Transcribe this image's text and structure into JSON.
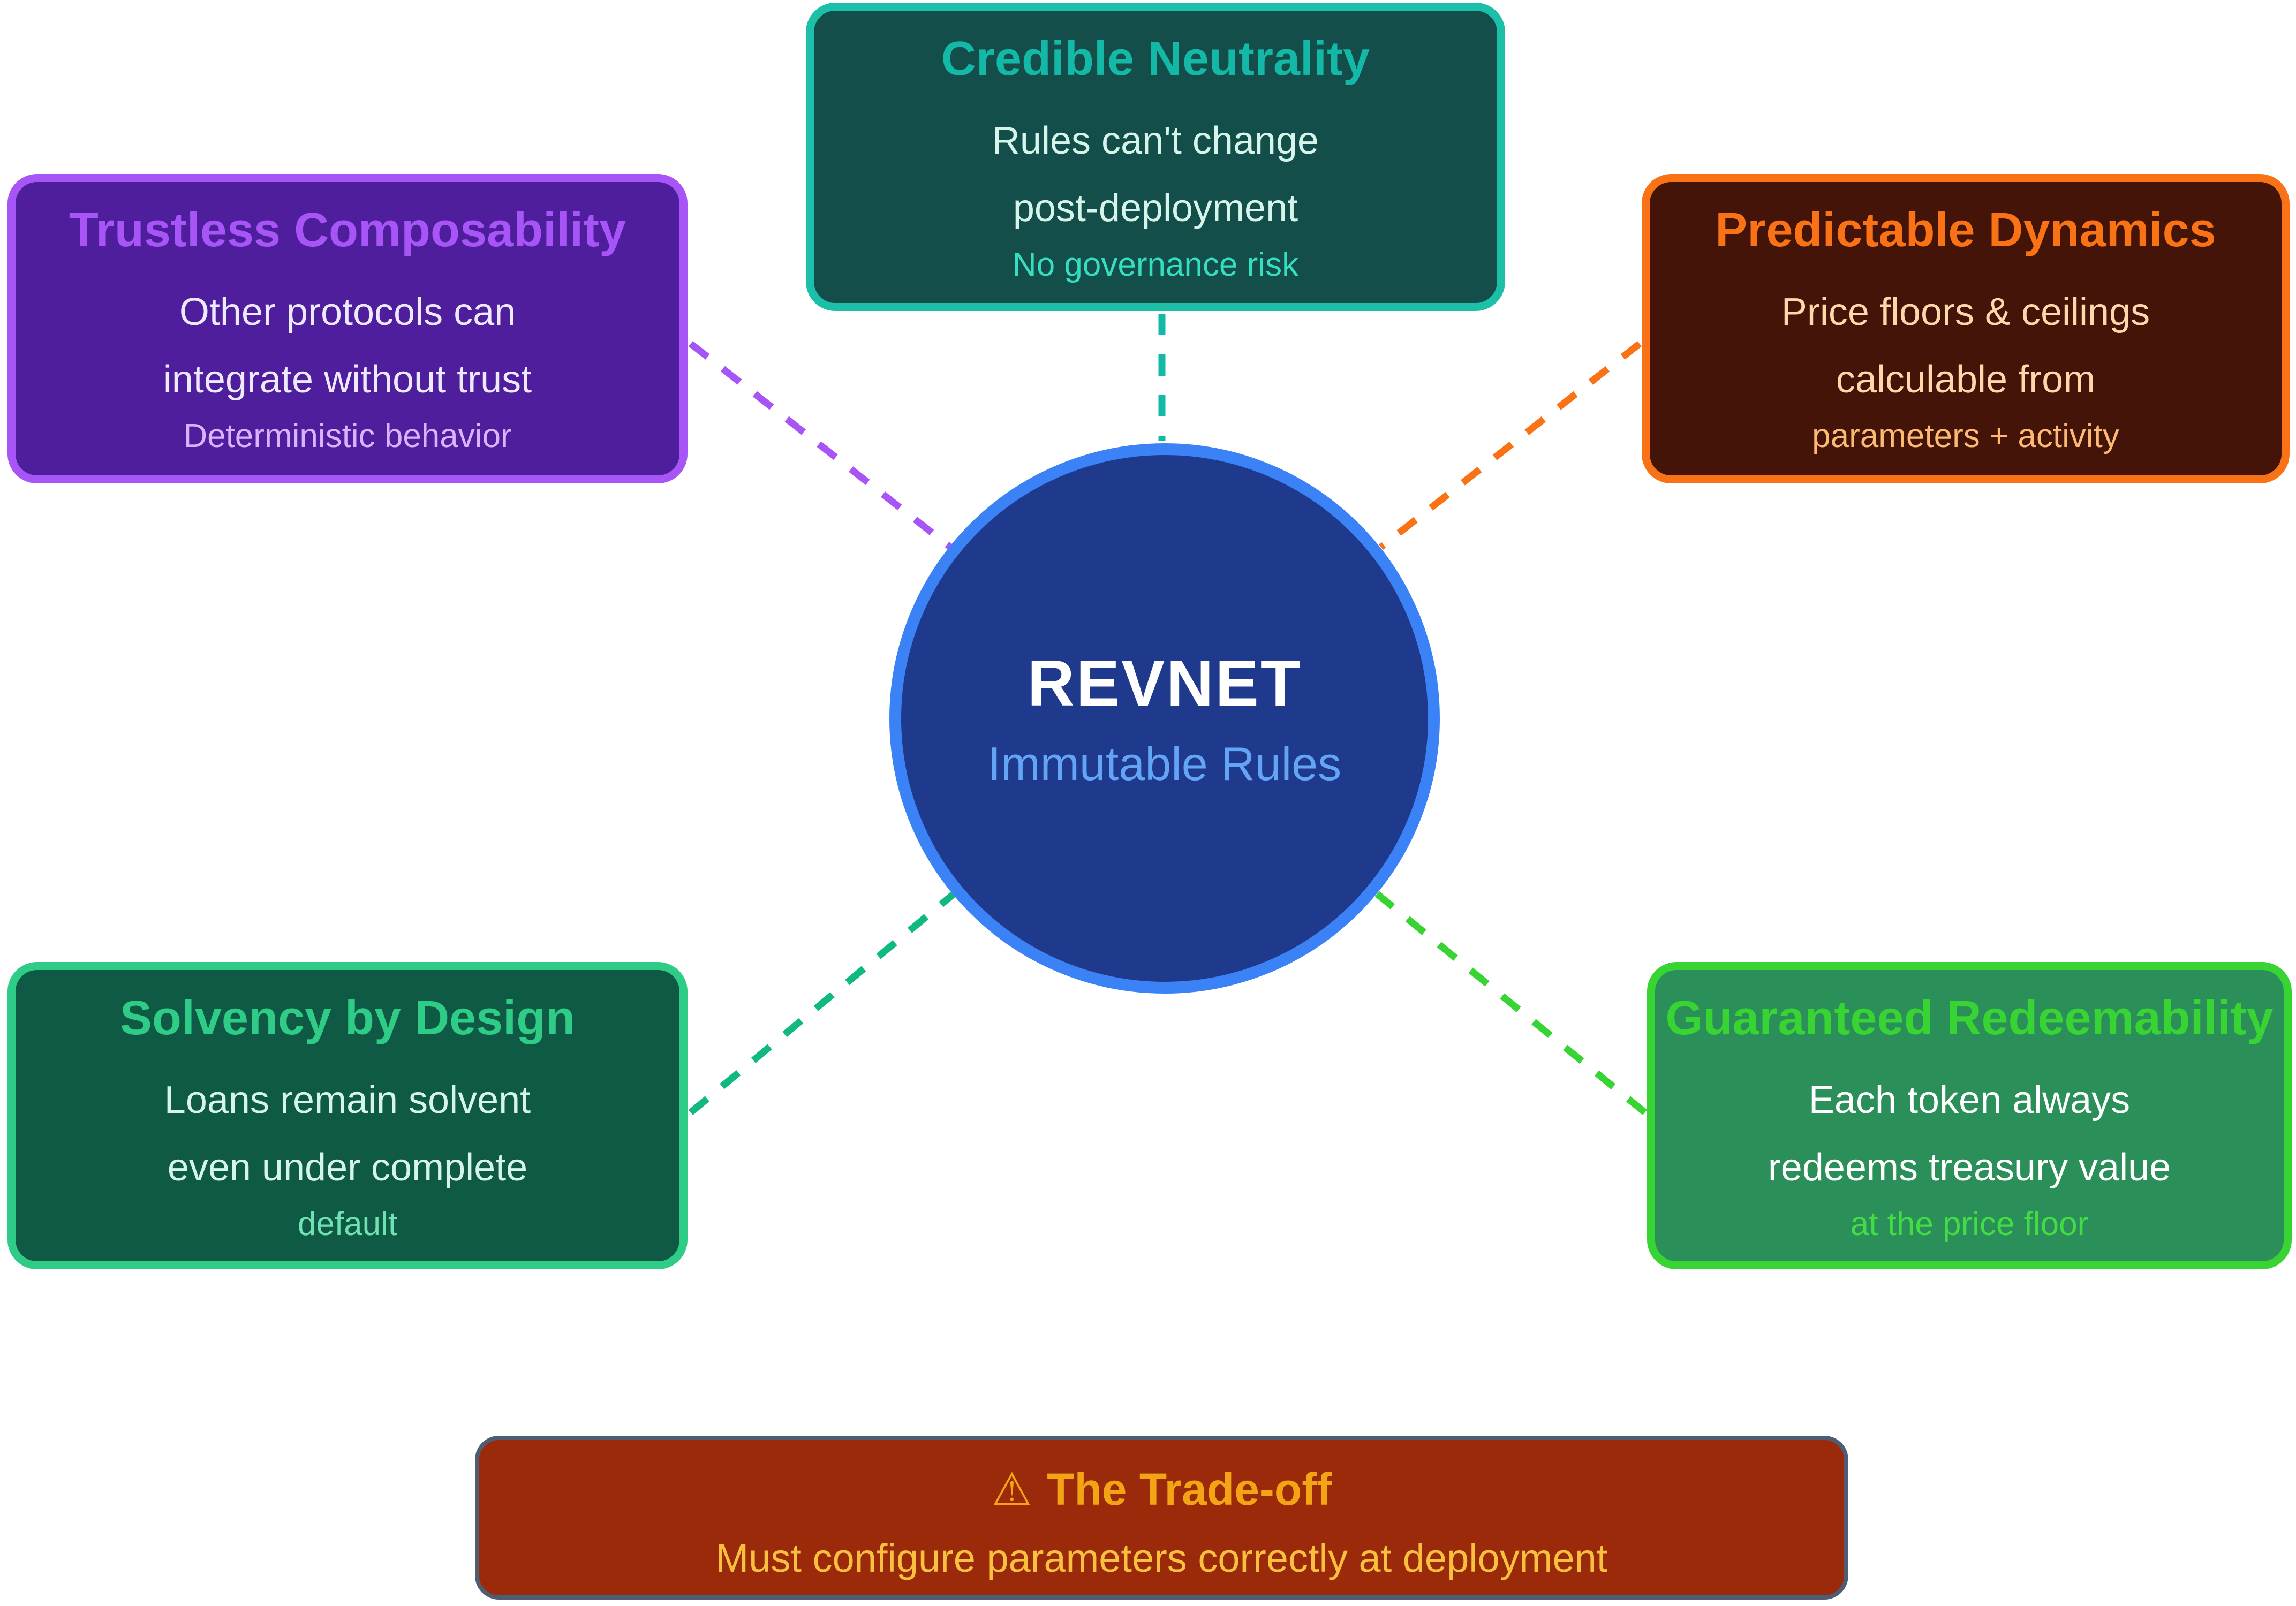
{
  "page": {
    "background": "#ffffff"
  },
  "center": {
    "title": "REVNET",
    "subtitle": "Immutable Rules",
    "colors": {
      "bg": "#1f3a8c",
      "border": "#3b82f6",
      "title": "#ffffff",
      "sub": "#63a4f7"
    }
  },
  "cards": {
    "credible_neutrality": {
      "title": "Credible Neutrality",
      "body": [
        "Rules can't change",
        "post-deployment"
      ],
      "note": "No governance risk",
      "colors": {
        "bg": "#134e4a",
        "border": "#1cbfa7",
        "title": "#14b8a6",
        "body": "#d6f5ea",
        "note": "#35dec0"
      }
    },
    "trustless_composability": {
      "title": "Trustless Composability",
      "body": [
        "Other protocols can",
        "integrate without trust"
      ],
      "note": "Deterministic behavior",
      "colors": {
        "bg": "#4e1e9c",
        "border": "#a855f7",
        "title": "#a855f7",
        "body": "#ede9fe",
        "note": "#d8b4fe"
      }
    },
    "predictable_dynamics": {
      "title": "Predictable Dynamics",
      "body": [
        "Price floors & ceilings",
        "calculable from"
      ],
      "note": "parameters + activity",
      "colors": {
        "bg": "#431407",
        "border": "#f97316",
        "title": "#f97316",
        "body": "#fed7aa",
        "note": "#fdba74"
      }
    },
    "solvency_by_design": {
      "title": "Solvency by Design",
      "body": [
        "Loans remain solvent",
        "even under complete"
      ],
      "note": "default",
      "colors": {
        "bg": "#0f5a44",
        "border": "#2ecc87",
        "title": "#2ecc87",
        "body": "#d6f5ea",
        "note": "#70e2b2"
      }
    },
    "guaranteed_redeemability": {
      "title": "Guaranteed Redeemability",
      "body": [
        "Each token always",
        "redeems treasury value"
      ],
      "note": "at the price floor",
      "colors": {
        "bg": "#2b8f5a",
        "border": "#38d433",
        "title": "#38d433",
        "body": "#ffffff",
        "note": "#44dc44"
      }
    }
  },
  "tradeoff": {
    "icon": "⚠",
    "title": "The Trade-off",
    "body": "Must configure parameters correctly at deployment",
    "colors": {
      "bg": "#9a2a0a",
      "border": "#4e5d72",
      "title": "#f2a414",
      "body": "#f9c03f"
    }
  },
  "connectors": [
    {
      "to": "trustless_composability",
      "color": "#a855f7"
    },
    {
      "to": "credible_neutrality",
      "color": "#14b8a6"
    },
    {
      "to": "predictable_dynamics",
      "color": "#f97316"
    },
    {
      "to": "solvency_by_design",
      "color": "#10b981"
    },
    {
      "to": "guaranteed_redeemability",
      "color": "#38d433"
    }
  ]
}
